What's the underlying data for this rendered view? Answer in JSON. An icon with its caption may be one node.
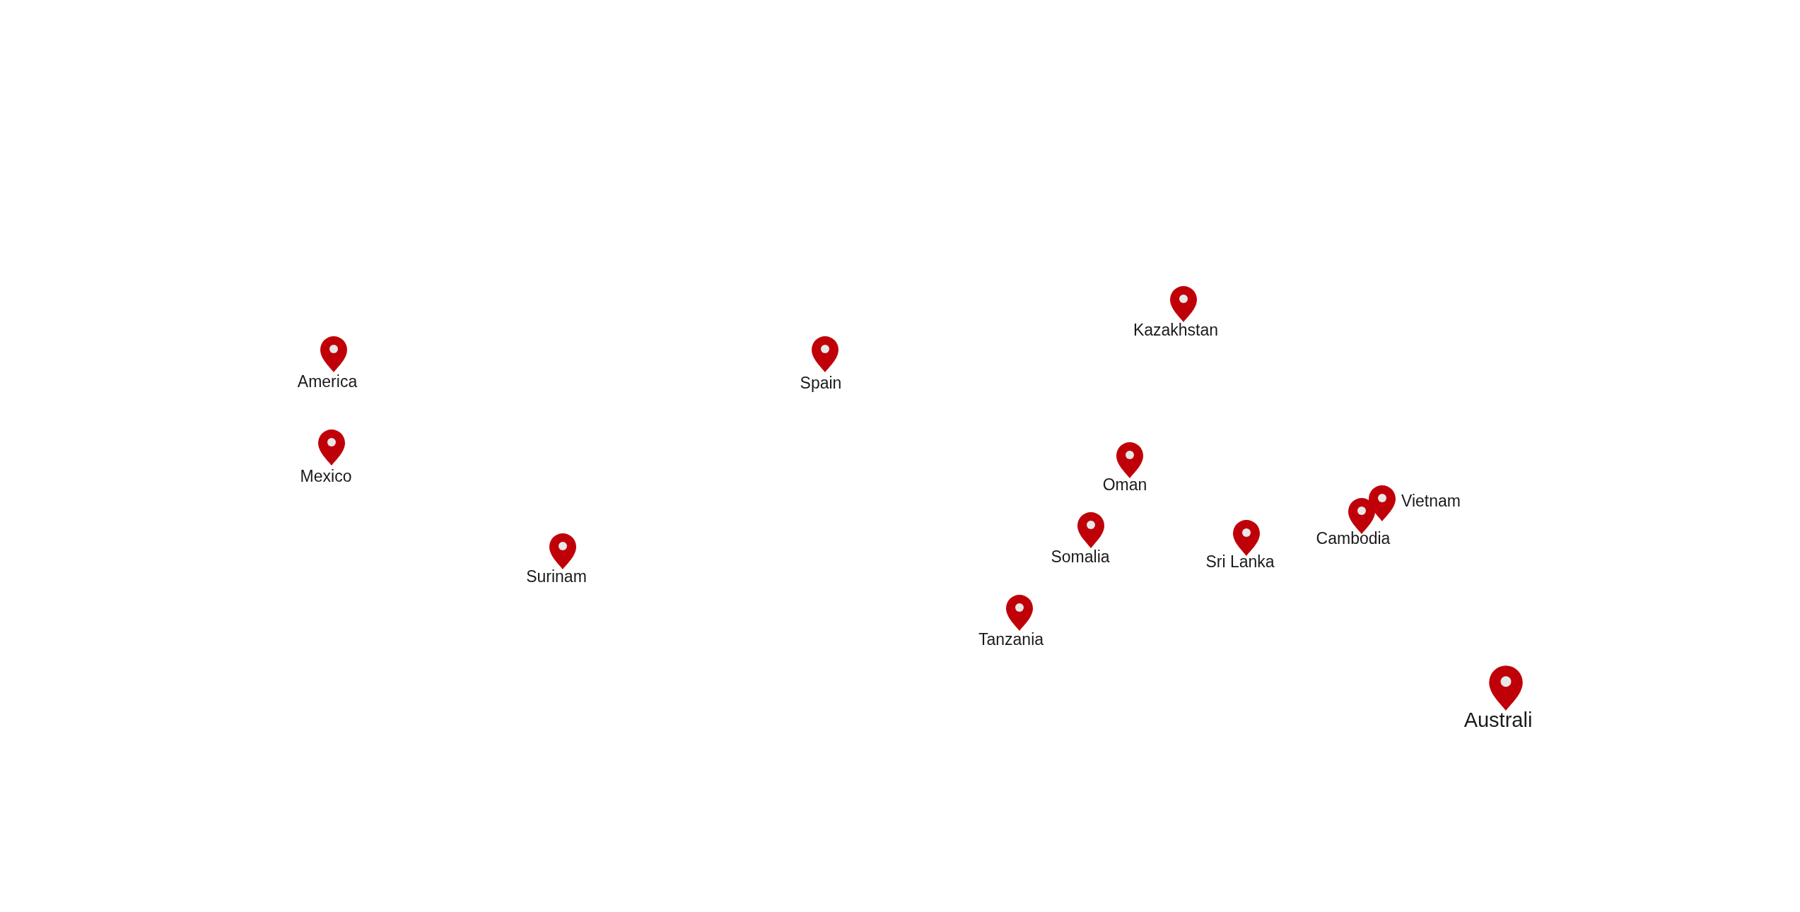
{
  "diagram": {
    "labels": [
      "Kazakhstan",
      "America",
      "Spain",
      "Mexico",
      "Oman",
      "Vietnam",
      "Cambodia",
      "Somalia",
      "Sri Lanka",
      "Surinam",
      "Tanzania",
      "Australi"
    ]
  }
}
